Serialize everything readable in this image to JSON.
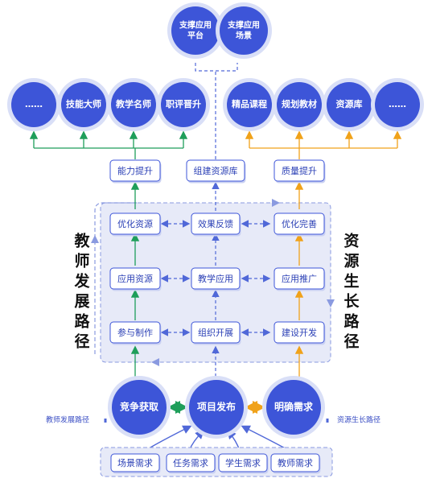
{
  "colors": {
    "circle_fill": "#3d55d8",
    "circle_ring": "#d9dff7",
    "box_border": "#3d55d8",
    "box_text": "#2a3fb5",
    "panel_fill": "#e7eaf8",
    "panel_border": "#8a9ae0",
    "arrow_blue": "#5068d8",
    "arrow_green": "#1e9e5a",
    "arrow_orange": "#f0a21a"
  },
  "top": {
    "platform": [
      "支撑应用",
      "平台"
    ],
    "scene": [
      "支撑应用",
      "场景"
    ]
  },
  "left_circles": [
    "……",
    "技能大师",
    "教学名师",
    "职评晋升"
  ],
  "right_circles": [
    "精品课程",
    "规划教材",
    "资源库",
    "……"
  ],
  "mid_boxes": {
    "ability": "能力提升",
    "build": "组建资源库",
    "quality": "质量提升"
  },
  "panel": {
    "left": [
      "优化资源",
      "应用资源",
      "参与制作"
    ],
    "center": [
      "效果反馈",
      "教学应用",
      "组织开展"
    ],
    "right": [
      "优化完善",
      "应用推广",
      "建设开发"
    ]
  },
  "vertical_left": "教师发展路径",
  "vertical_right": "资源生长路径",
  "bottom_circles": {
    "compete": "竞争获取",
    "publish": "项目发布",
    "demand": "明确需求"
  },
  "legend": {
    "teacher": "教师发展路径",
    "resource": "资源生长路径"
  },
  "needs": [
    "场景需求",
    "任务需求",
    "学生需求",
    "教师需求"
  ]
}
